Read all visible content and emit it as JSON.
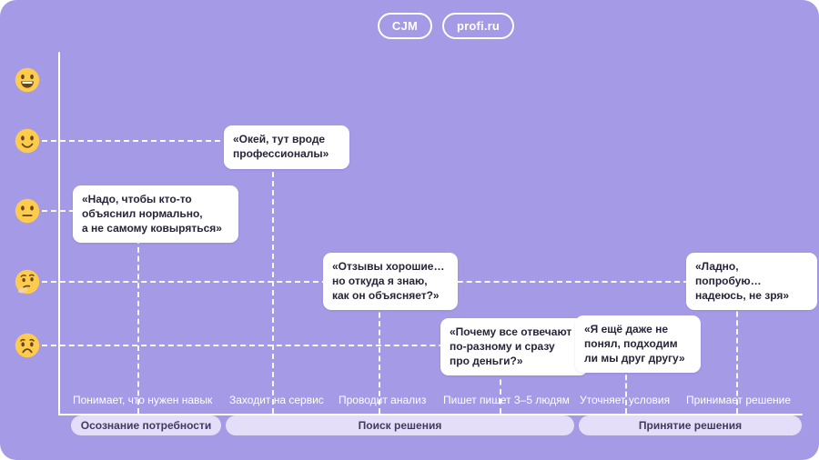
{
  "app": {
    "background_color": "#a49ae6",
    "badges": [
      {
        "label": "CJM"
      },
      {
        "label": "profi.ru"
      }
    ]
  },
  "moods": [
    {
      "icon": "grinning-face"
    },
    {
      "icon": "slightly-smiling-face"
    },
    {
      "icon": "neutral-face"
    },
    {
      "icon": "thinking-face"
    },
    {
      "icon": "worried-face"
    }
  ],
  "quotes": [
    {
      "text": "«Окей, тут вроде\nпрофессионалы»"
    },
    {
      "text": "«Надо, чтобы кто-то\nобъяснил нормально,\nа не самому ковыряться»"
    },
    {
      "text": "«Отзывы хорошие…\nно откуда я знаю,\nкак он объясняет?»"
    },
    {
      "text": "«Почему все отвечают\nпо-разному и сразу\nпро деньги?»"
    },
    {
      "text": "«Я ещё даже не\nпонял, подходим\nли мы друг другу»"
    },
    {
      "text": "«Ладно,\nпопробую…\nнадеюсь, не зря»"
    }
  ],
  "steps": [
    {
      "label": "Понимает, что нужен навык"
    },
    {
      "label": "Заходит на сервис"
    },
    {
      "label": "Проводит анализ"
    },
    {
      "label": "Пишет пишет 3–5 людям"
    },
    {
      "label": "Уточняет условия"
    },
    {
      "label": "Принимает решение"
    }
  ],
  "stages": [
    {
      "label": "Осознание потребности"
    },
    {
      "label": "Поиск решения"
    },
    {
      "label": "Принятие решения"
    }
  ]
}
